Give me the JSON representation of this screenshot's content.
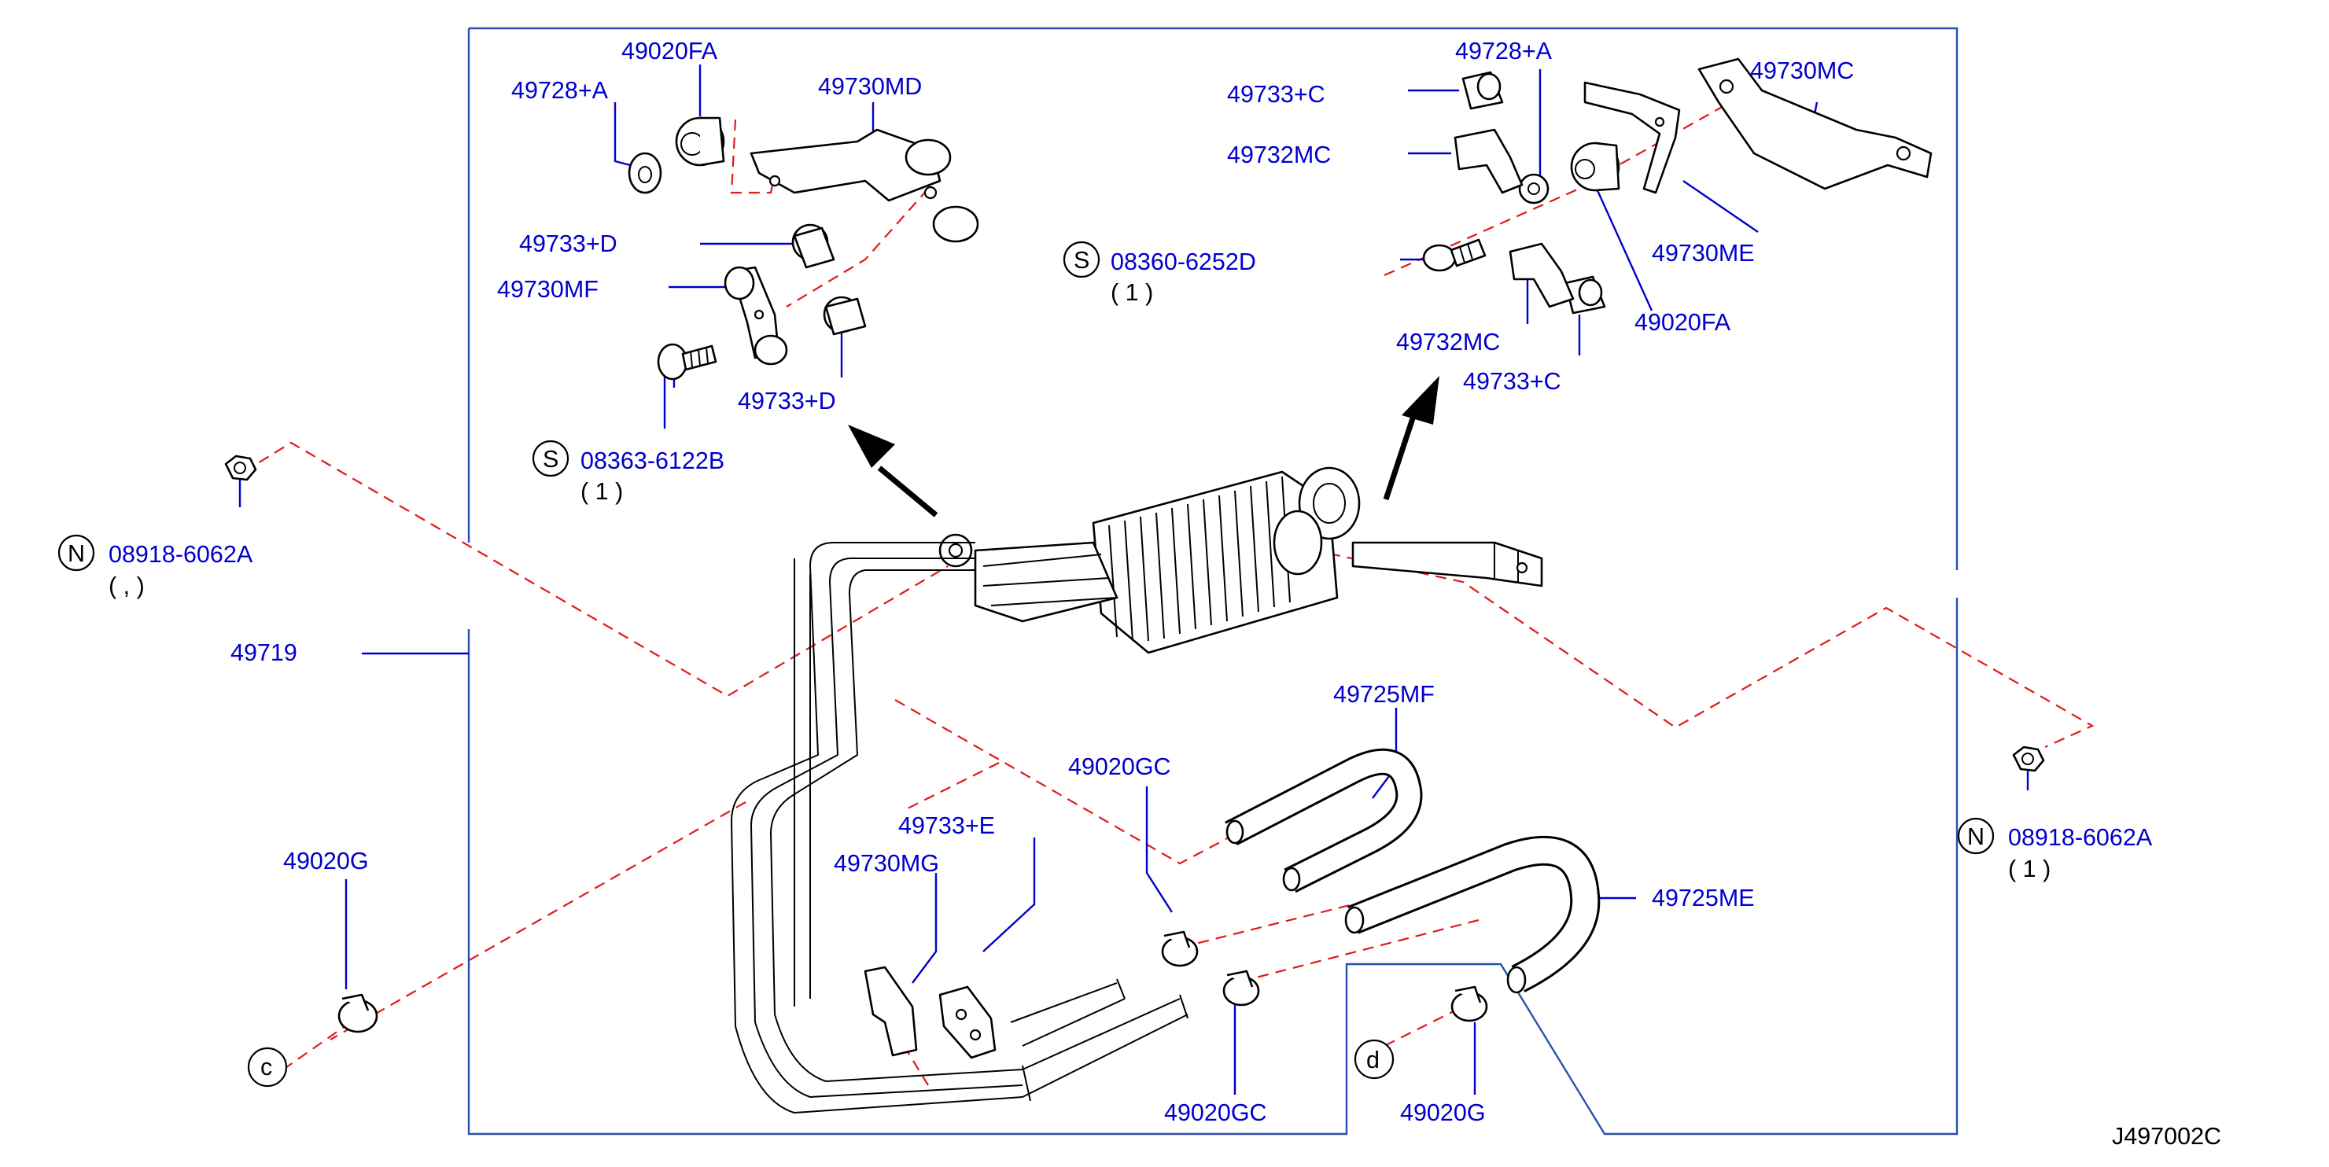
{
  "diagram_id": "J497002C",
  "labels": {
    "p49020FA_top": "49020FA",
    "p49728A_top": "49728+A",
    "p49730MD": "49730MD",
    "p49733D_a": "49733+D",
    "p49730MF": "49730MF",
    "p49733D_b": "49733+D",
    "p49733C_a": "49733+C",
    "p49728A_right": "49728+A",
    "p49730MC": "49730MC",
    "p49732MC_a": "49732MC",
    "p49730ME": "49730ME",
    "p49020FA_right": "49020FA",
    "p49732MC_b": "49732MC",
    "p49733C_b": "49733+C",
    "p49719": "49719",
    "p49725MF": "49725MF",
    "p49020GC_a": "49020GC",
    "p49733E": "49733+E",
    "p49730MG": "49730MG",
    "p49725ME": "49725ME",
    "p49020G_left": "49020G",
    "p49020GC_b": "49020GC",
    "p49020G_right": "49020G"
  },
  "fasteners": {
    "s1_mark": "S",
    "s1_code": "08360-6252D",
    "s1_qty": "( 1 )",
    "s2_mark": "S",
    "s2_code": "08363-6122B",
    "s2_qty": "( 1 )",
    "n1_mark": "N",
    "n1_code": "08918-6062A",
    "n1_qty": "( ,  )",
    "n2_mark": "N",
    "n2_code": "08918-6062A",
    "n2_qty": "( 1 )"
  },
  "refs": {
    "c": "c",
    "d": "d"
  },
  "colors": {
    "label": "#0000cc",
    "leader": "#0000cc",
    "frame": "#2a4fb0",
    "dashed_line": "#e0191b",
    "part_outline": "#000000"
  }
}
